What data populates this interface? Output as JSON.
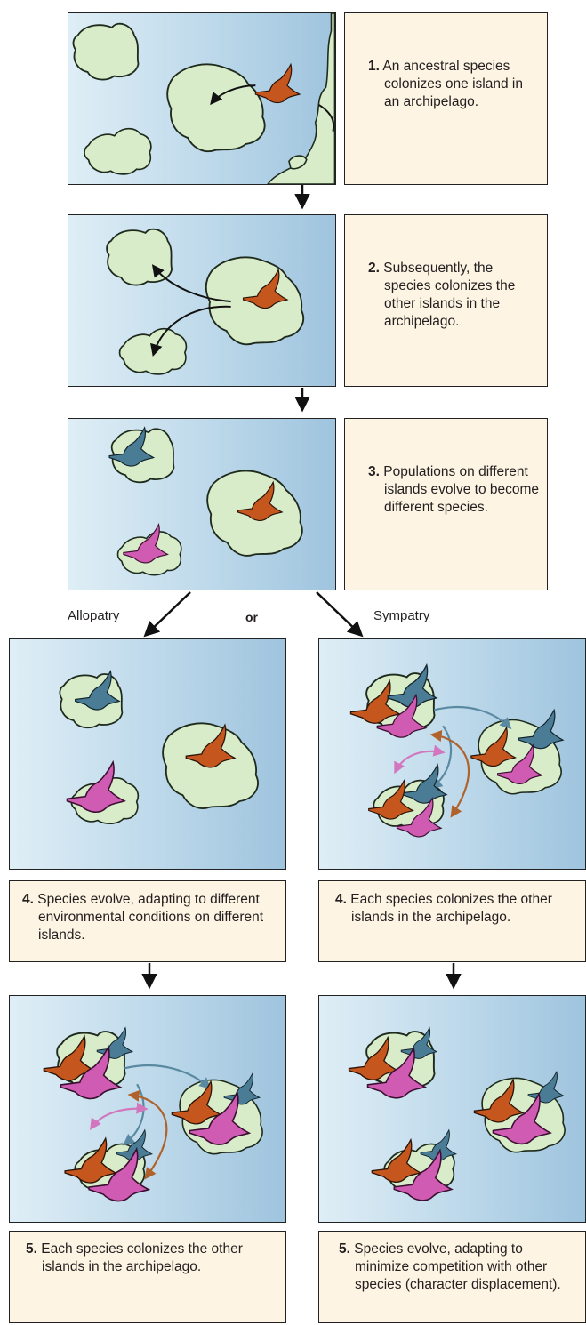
{
  "steps": [
    {
      "num": "1.",
      "text": "An ancestral species colonizes one island in an archipelago."
    },
    {
      "num": "2.",
      "text": "Subsequently, the species colonizes the other islands in the archipelago."
    },
    {
      "num": "3.",
      "text": "Populations on different islands evolve to become different species."
    }
  ],
  "branch": {
    "left": "Allopatry",
    "middle": "or",
    "right": "Sympatry"
  },
  "allopatry": [
    {
      "num": "4.",
      "text": "Species evolve, adapting to different environmental conditions on different islands."
    },
    {
      "num": "5.",
      "text": "Each species colonizes the other islands in the archipelago."
    }
  ],
  "sympatry": [
    {
      "num": "4.",
      "text": "Each species colonizes the other islands in the archipelago."
    },
    {
      "num": "5.",
      "text": "Species evolve, adapting to minimize competition with other species (character displacement)."
    }
  ],
  "colors": {
    "orange_species": "#c4561e",
    "blue_species": "#4a7d95",
    "pink_species": "#cf5bb2",
    "island": "#d8ecc9",
    "text_box": "#fdf4e3"
  }
}
